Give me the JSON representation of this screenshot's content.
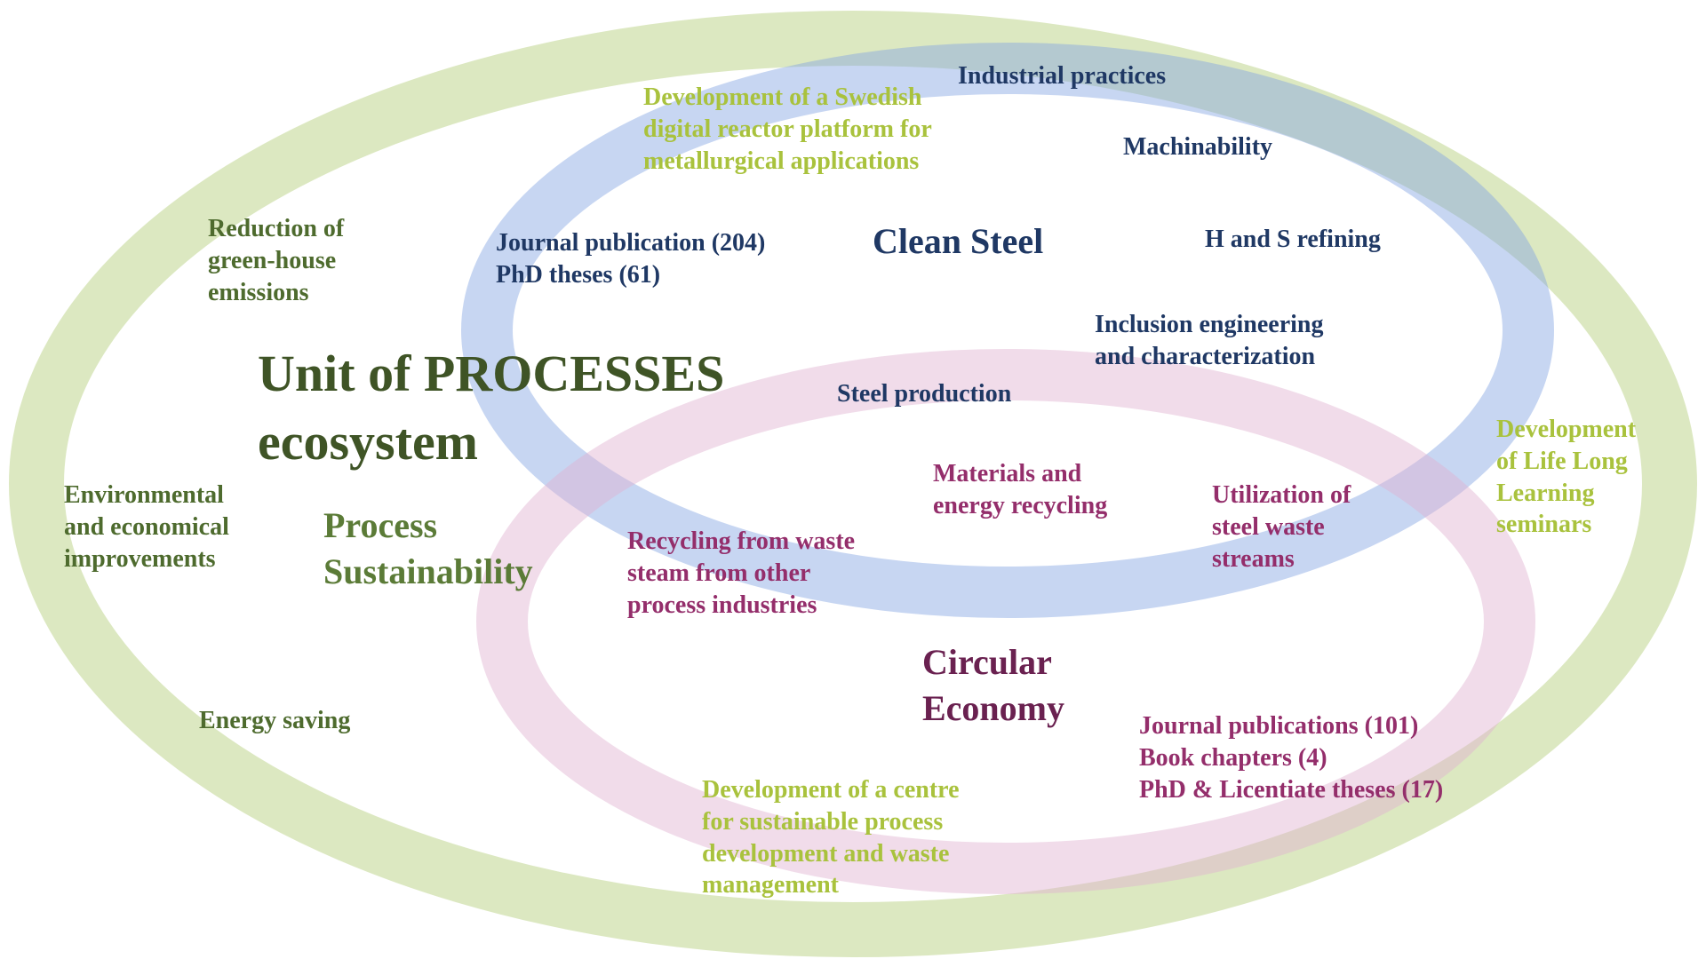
{
  "palette": {
    "background": "#ffffff",
    "navy": "#1f3864",
    "dark_green": "#3f5426",
    "olive_green": "#4e6b2e",
    "medium_green": "#5b7b37",
    "yellow_green": "#a9c23d",
    "magenta": "#942e6b",
    "maroon": "#6a2150",
    "ring_green": "#b2cc76",
    "ring_blue": "#83a4e3",
    "ring_pink": "#e0b2d1"
  },
  "diagram": {
    "main_title": "Unit of PROCESSES\necosystem",
    "rings": [
      {
        "name": "Process Sustainability ring",
        "color": "#b2cc76"
      },
      {
        "name": "Clean Steel ring",
        "color": "#83a4e3"
      },
      {
        "name": "Circular Economy ring",
        "color": "#e0b2d1"
      }
    ],
    "section_titles": {
      "clean_steel": "Clean Steel",
      "process_sustainability": "Process\nSustainability",
      "circular_economy": "Circular\nEconomy"
    },
    "labels": {
      "dev_swedish": "Development of a Swedish\ndigital reactor platform for\nmetallurgical applications",
      "industrial_practices": "Industrial practices",
      "machinability": "Machinability",
      "clean_steel_pubs": "Journal publication (204)\nPhD theses (61)",
      "h_and_s_refining": "H and S refining",
      "inclusion_engineering": "Inclusion engineering\nand characterization",
      "reduction_greenhouse": "Reduction of\ngreen-house\nemissions",
      "steel_production": "Steel production",
      "environmental_improvements": "Environmental\nand economical\nimprovements",
      "materials_energy_recycling": "Materials and\nenergy recycling",
      "utilization_steel_waste": "Utilization of\nsteel waste\nstreams",
      "recycling_waste_steam": "Recycling from waste\nsteam from other\nprocess industries",
      "life_long_learning": "Development\nof Life Long\nLearning\nseminars",
      "circular_economy_pubs": "Journal publications (101)\nBook chapters (4)\nPhD & Licentiate theses (17)",
      "energy_saving": "Energy saving",
      "dev_centre": "Development of a centre\nfor sustainable process\ndevelopment and waste\nmanagement"
    }
  }
}
